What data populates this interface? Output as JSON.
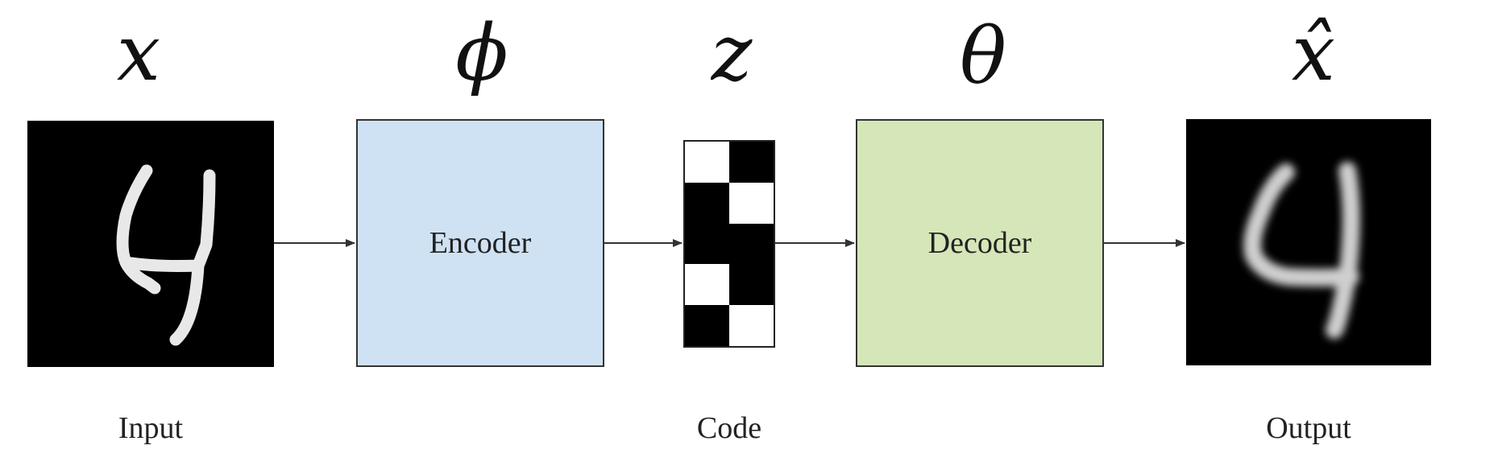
{
  "symbols": {
    "input": "x",
    "encoder": "ϕ",
    "code": "z",
    "decoder": "θ",
    "output": "x̂"
  },
  "labels": {
    "input": "Input",
    "code": "Code",
    "output": "Output"
  },
  "boxes": {
    "encoder": "Encoder",
    "decoder": "Decoder"
  },
  "colors": {
    "encoder_fill": "#cfe2f3",
    "decoder_fill": "#d5e6b8",
    "panel_fill": "#000000",
    "arrow": "#333333"
  },
  "code_pattern": [
    [
      "white",
      "black"
    ],
    [
      "black",
      "white"
    ],
    [
      "black",
      "black"
    ],
    [
      "white",
      "black"
    ],
    [
      "black",
      "white"
    ]
  ]
}
